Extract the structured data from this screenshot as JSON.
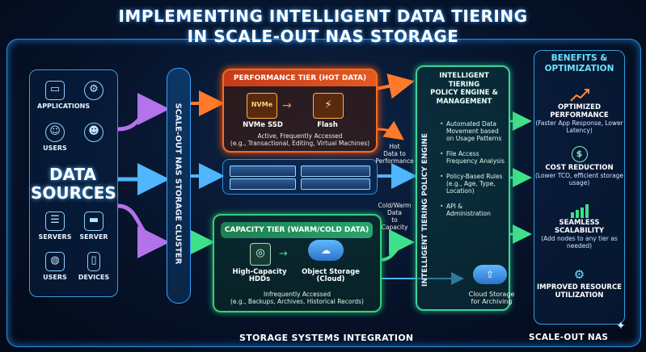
{
  "title": {
    "line1": "IMPLEMENTING INTELLIGENT DATA TIERING",
    "line2": "IN SCALE-OUT NAS STORAGE"
  },
  "sources": {
    "top_icons": [
      {
        "label": "APPLICATIONS",
        "icon": "browser-icon"
      },
      {
        "label": "USERS",
        "icon": "user-icon"
      }
    ],
    "main_label_1": "DATA",
    "main_label_2": "SOURCES",
    "bottom_icons": [
      {
        "label": "SERVERS"
      },
      {
        "label": "SERVER"
      },
      {
        "label": "USERS"
      },
      {
        "label": "DEVICES"
      }
    ]
  },
  "cluster": {
    "label": "SCALE-OUT NAS STORAGE CLUSTER"
  },
  "performance": {
    "header": "PERFORMANCE TIER (HOT DATA)",
    "nvme_chip": "NVMe",
    "nvme_label": "NVMe SSD",
    "flash_label": "Flash",
    "desc1": "Active, Frequently Accessed",
    "desc2": "(e.g., Transactional, Editing, Virtual Machines)"
  },
  "capacity": {
    "header": "CAPACITY TIER (WARM/COLD DATA)",
    "hdd_label1": "High-Capacity",
    "hdd_label2": "HDDs",
    "obj_label1": "Object Storage",
    "obj_label2": "(Cloud)",
    "desc1": "Infrequently Accessed",
    "desc2": "(e.g., Backups, Archives, Historical Records)"
  },
  "flows": {
    "hot": [
      "Hot",
      "Data to",
      "Performance"
    ],
    "cold": [
      "Cold/Warm",
      "Data",
      "to",
      "Capacity"
    ],
    "cloud": [
      "Cloud Storage",
      "for Archiving"
    ]
  },
  "engine": {
    "head": [
      "INTELLIGENT",
      "TIERING",
      "POLICY ENGINE &",
      "MANAGEMENT"
    ],
    "vertical": "INTELLIGENT TIERING POLICY ENGINE",
    "items": [
      "Automated Data Movement based on Usage Patterns",
      "File Access Frequency Analysis",
      "Policy-Based Rules (e.g., Age, Type, Location)",
      "API & Administration"
    ]
  },
  "benefits": {
    "head1": "BENEFITS &",
    "head2": "OPTIMIZATION",
    "items": [
      {
        "title": "OPTIMIZED PERFORMANCE",
        "desc": "(Faster App Response, Lower Latency)",
        "icon": "chart-up-icon"
      },
      {
        "title": "COST REDUCTION",
        "desc": "(Lower TCO, efficient storage usage)",
        "icon": "dollar-icon"
      },
      {
        "title": "SEAMLESS SCALABILITY",
        "desc": "(Add nodes to any tier as needed)",
        "icon": "bar-chart-icon"
      },
      {
        "title": "IMPROVED RESOURCE UTILIZATION",
        "desc": "",
        "icon": "gears-icon"
      }
    ]
  },
  "footer": {
    "left": "STORAGE SYSTEMS INTEGRATION",
    "right": "SCALE-OUT NAS"
  },
  "colors": {
    "hot": "#ff6a1f",
    "cold": "#35d07a",
    "blue": "#2d8fe0",
    "accent": "#6ae4ff"
  }
}
